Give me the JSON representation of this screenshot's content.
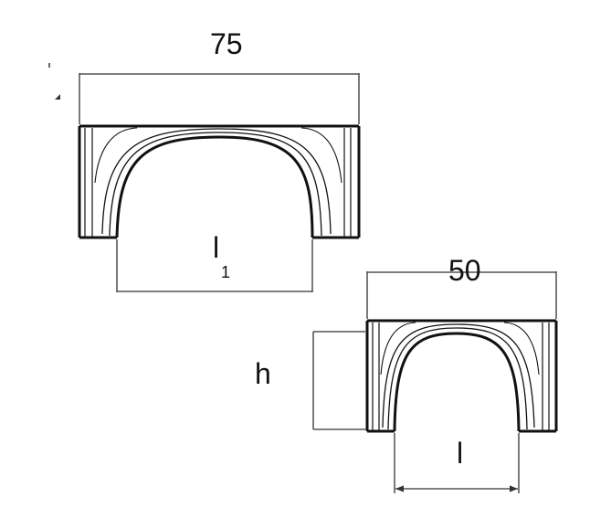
{
  "drawing": {
    "large_handle": {
      "width_label": "75",
      "inner_label_main": "l",
      "inner_label_sub": "1"
    },
    "small_handle": {
      "width_label": "50",
      "height_label": "h",
      "inner_label": "l"
    },
    "colors": {
      "line": "#111111",
      "dimension": "#333333",
      "background": "#ffffff"
    }
  }
}
